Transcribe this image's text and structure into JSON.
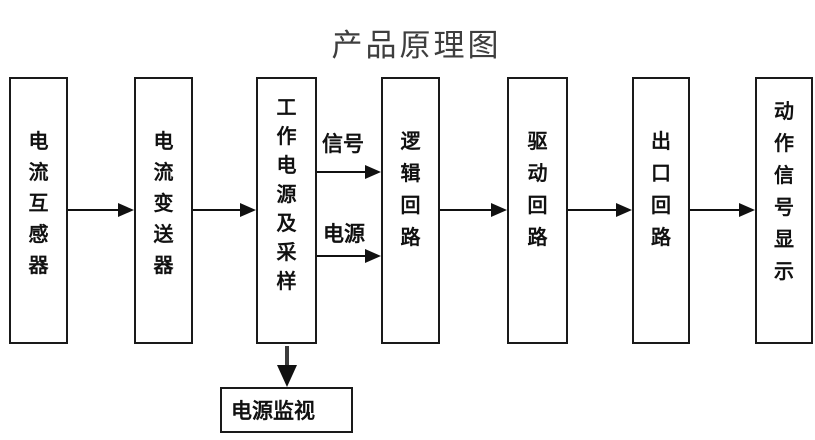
{
  "title": "产品原理图",
  "boxes": [
    {
      "id": "current-transformer",
      "label": "电流互感器"
    },
    {
      "id": "current-transmitter",
      "label": "电流变送器"
    },
    {
      "id": "working-power-sampling",
      "label": "工作电源及采样"
    },
    {
      "id": "logic-circuit",
      "label": "逻辑回路"
    },
    {
      "id": "drive-circuit",
      "label": "驱动回路"
    },
    {
      "id": "output-circuit",
      "label": "出口回路"
    },
    {
      "id": "action-signal-display",
      "label": "动作信号显示"
    }
  ],
  "bottom_box": {
    "label": "电源监视"
  },
  "edge_labels": {
    "signal": "信号",
    "power": "电源"
  },
  "colors": {
    "background": "#ffffff",
    "box_border": "#1a1a1a",
    "text": "#111111",
    "title_text": "#3e3e3e",
    "arrow": "#111111",
    "down_arrow_shaft": "#3c3c3c"
  }
}
